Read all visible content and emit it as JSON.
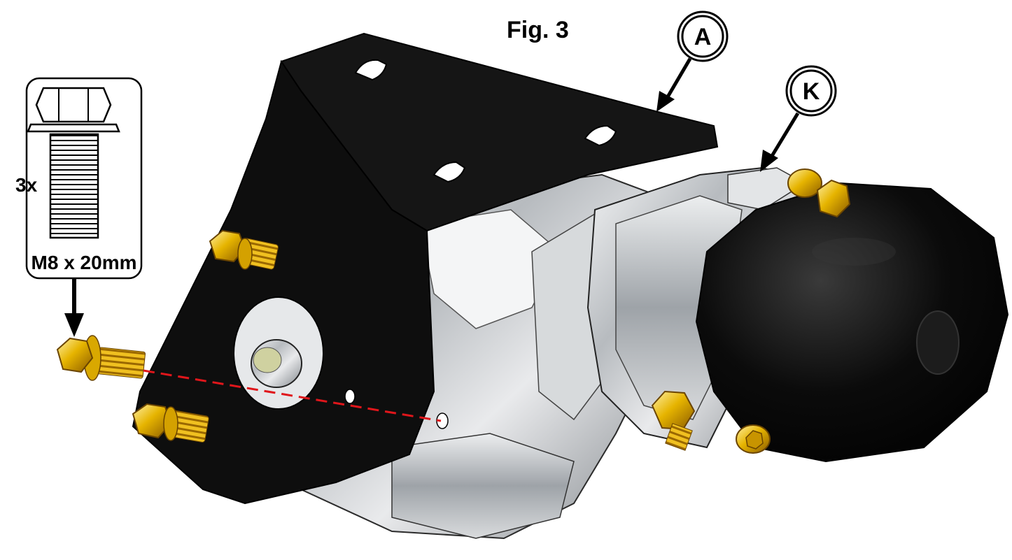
{
  "figure": {
    "title": "Fig. 3",
    "callouts": [
      {
        "letter": "A"
      },
      {
        "letter": "K"
      }
    ],
    "hardware_box": {
      "quantity": "3x",
      "size": "M8 x 20mm",
      "icon": "flange-bolt-icon"
    }
  },
  "colors": {
    "bracket": "#111111",
    "housing": "#c9cccf",
    "motor": "#050505",
    "bolt": "#e0a800",
    "leader_line": "#000000",
    "dash_line": "#e0161b",
    "background": "#ffffff"
  }
}
